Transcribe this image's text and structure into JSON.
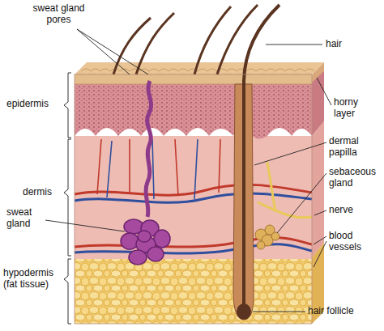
{
  "diagram": {
    "labels": [
      "sweat gland pores",
      "epidermis",
      "dermis",
      "sweat gland",
      "hypodermis (fat tissue)",
      "hair",
      "horny layer",
      "dermal papilla",
      "sebaceous gland",
      "nerve",
      "blood vessels",
      "hair follicle"
    ]
  }
}
